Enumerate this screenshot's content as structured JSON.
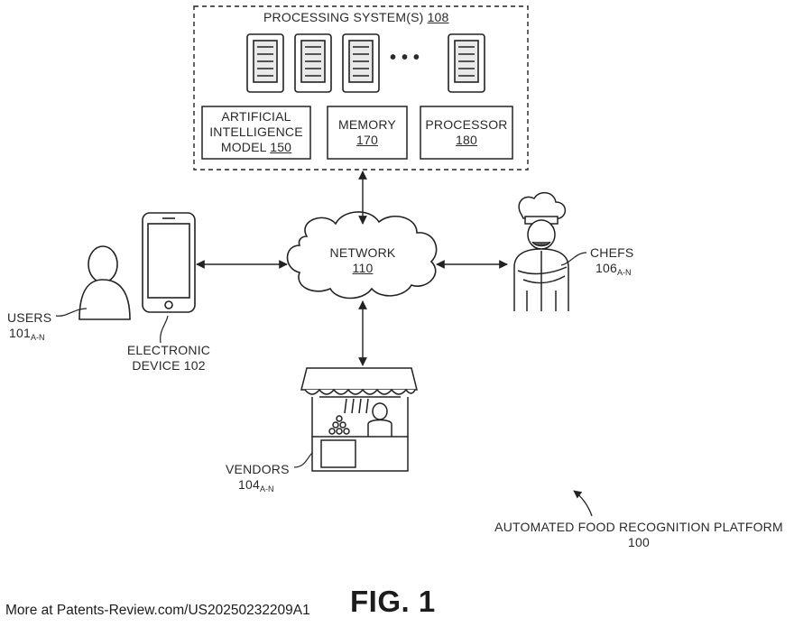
{
  "processing": {
    "title": "PROCESSING SYSTEM(S)",
    "ref": "108",
    "ellipsis": "• • •"
  },
  "ai_model": {
    "line1": "ARTIFICIAL",
    "line2": "INTELLIGENCE",
    "line3": "MODEL",
    "ref": "150"
  },
  "memory": {
    "label": "MEMORY",
    "ref": "170"
  },
  "processor": {
    "label": "PROCESSOR",
    "ref": "180"
  },
  "network": {
    "label": "NETWORK",
    "ref": "110"
  },
  "chefs": {
    "label": "CHEFS",
    "ref": "106",
    "sub": "A-N"
  },
  "users": {
    "label": "USERS",
    "ref": "101",
    "sub": "A-N"
  },
  "device": {
    "line1": "ELECTRONIC",
    "line2": "DEVICE 102"
  },
  "vendors": {
    "label": "VENDORS",
    "ref": "104",
    "sub": "A-N"
  },
  "platform": {
    "label": "AUTOMATED FOOD RECOGNITION PLATFORM",
    "ref": "100"
  },
  "figure": {
    "label": "FIG. 1"
  },
  "footer": {
    "text": "More at Patents-Review.com/US20250232209A1"
  }
}
